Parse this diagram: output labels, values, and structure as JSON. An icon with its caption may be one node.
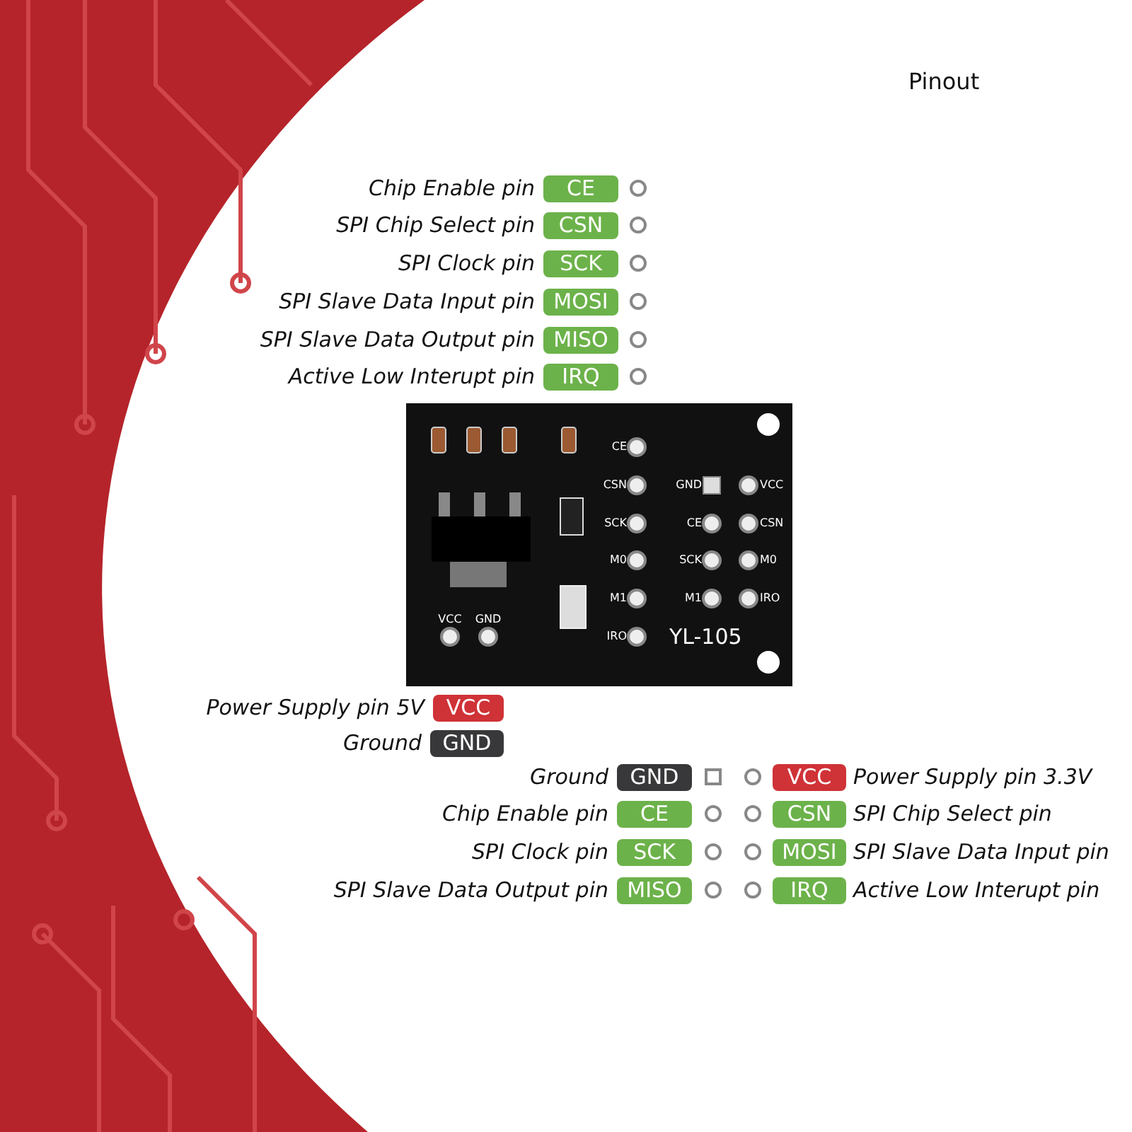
{
  "diagram": {
    "title": "Pinout",
    "labels": [
      "Chip Enable pin",
      "CE",
      "SPI Chip Select pin",
      "CSN",
      "SPI Clock pin",
      "SCK",
      "SPI Slave Data Input pin",
      "MOSI",
      "SPI Slave Data Output pin",
      "MISO",
      "Active Low Interupt pin",
      "IRQ",
      "CE",
      "CSN",
      "GND",
      "VCC",
      "SCK",
      "CE",
      "CSN",
      "M0",
      "SCK",
      "M0",
      "M1",
      "M1",
      "IRO",
      "VCC",
      "GND",
      "IRO",
      "YL-105",
      "Power Supply pin 5V",
      "VCC",
      "Ground",
      "GND",
      "Ground",
      "GND",
      "VCC",
      "Power Supply pin 3.3V",
      "Chip Enable pin",
      "CE",
      "CSN",
      "SPI Chip Select pin",
      "SPI Clock pin",
      "SCK",
      "MOSI",
      "SPI Slave Data Input pin",
      "SPI Slave Data Output pin",
      "MISO",
      "IRQ",
      "Active Low Interupt pin"
    ]
  }
}
